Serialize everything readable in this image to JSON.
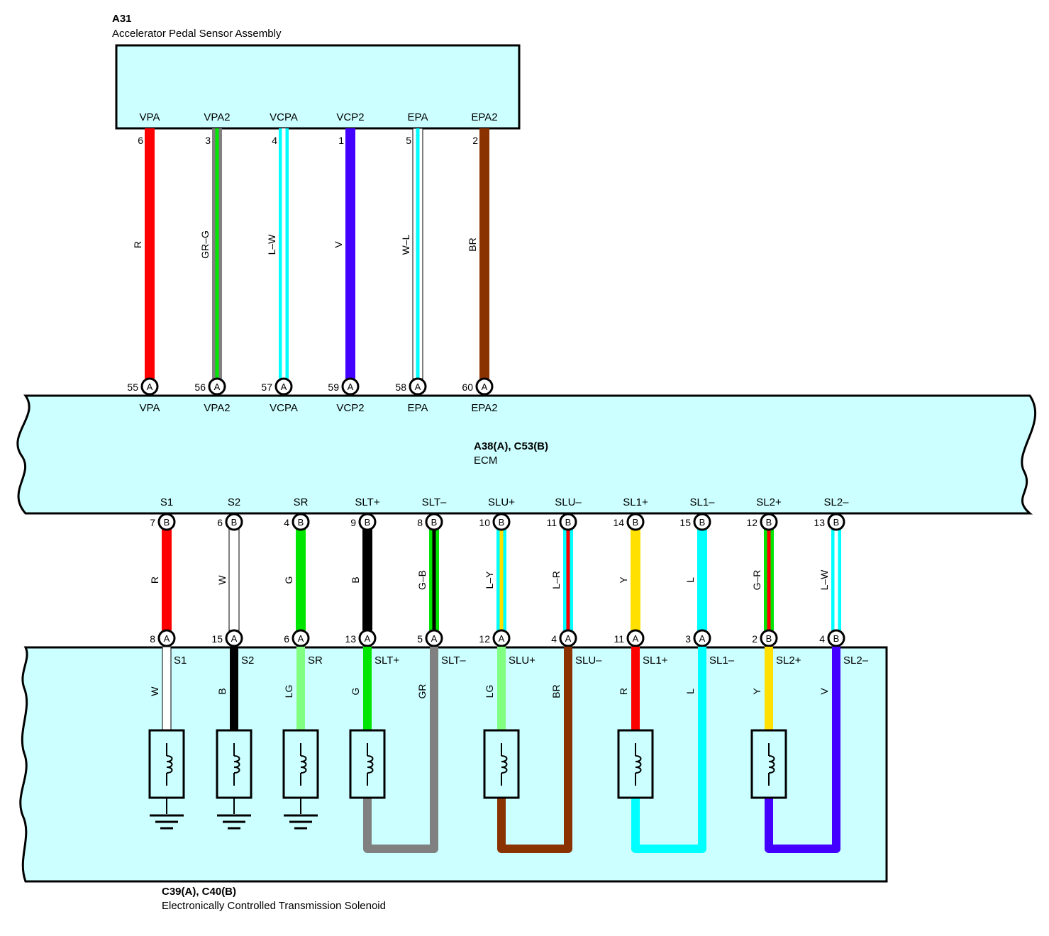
{
  "components": {
    "a31": {
      "code": "A31",
      "name": "Accelerator Pedal Sensor Assembly"
    },
    "ecm": {
      "code": "A38(A), C53(B)",
      "name": "ECM"
    },
    "solenoid": {
      "code": "C39(A), C40(B)",
      "name": "Electronically Controlled Transmission Solenoid"
    }
  },
  "colors": {
    "R": "#ff0000",
    "G": "#00e600",
    "GR": "#808080",
    "L": "#00ffff",
    "V": "#4400ff",
    "W": "#ffffff",
    "BR": "#8b3300",
    "B": "#000000",
    "Y": "#ffe000",
    "LG": "#80ff80",
    "body_fill": "#ccffff"
  },
  "upper_wires": [
    {
      "sensor_pin": "VPA",
      "sensor_num": "6",
      "label": "R",
      "ecm_num": "55",
      "ecm_conn": "A",
      "ecm_pin": "VPA"
    },
    {
      "sensor_pin": "VPA2",
      "sensor_num": "3",
      "label": "GR–G",
      "ecm_num": "56",
      "ecm_conn": "A",
      "ecm_pin": "VPA2"
    },
    {
      "sensor_pin": "VCPA",
      "sensor_num": "4",
      "label": "L–W",
      "ecm_num": "57",
      "ecm_conn": "A",
      "ecm_pin": "VCPA"
    },
    {
      "sensor_pin": "VCP2",
      "sensor_num": "1",
      "label": "V",
      "ecm_num": "59",
      "ecm_conn": "A",
      "ecm_pin": "VCP2"
    },
    {
      "sensor_pin": "EPA",
      "sensor_num": "5",
      "label": "W–L",
      "ecm_num": "58",
      "ecm_conn": "A",
      "ecm_pin": "EPA"
    },
    {
      "sensor_pin": "EPA2",
      "sensor_num": "2",
      "label": "BR",
      "ecm_num": "60",
      "ecm_conn": "A",
      "ecm_pin": "EPA2"
    }
  ],
  "lower_wires": [
    {
      "ecm_pin": "S1",
      "ecm_num": "7",
      "ecm_conn": "B",
      "label": "R",
      "sol_num": "8",
      "sol_conn": "A",
      "sol_pin": "S1",
      "int_label": "W"
    },
    {
      "ecm_pin": "S2",
      "ecm_num": "6",
      "ecm_conn": "B",
      "label": "W",
      "sol_num": "15",
      "sol_conn": "A",
      "sol_pin": "S2",
      "int_label": "B"
    },
    {
      "ecm_pin": "SR",
      "ecm_num": "4",
      "ecm_conn": "B",
      "label": "G",
      "sol_num": "6",
      "sol_conn": "A",
      "sol_pin": "SR",
      "int_label": "LG"
    },
    {
      "ecm_pin": "SLT+",
      "ecm_num": "9",
      "ecm_conn": "B",
      "label": "B",
      "sol_num": "13",
      "sol_conn": "A",
      "sol_pin": "SLT+",
      "int_label": "G"
    },
    {
      "ecm_pin": "SLT–",
      "ecm_num": "8",
      "ecm_conn": "B",
      "label": "G–B",
      "sol_num": "5",
      "sol_conn": "A",
      "sol_pin": "SLT–",
      "int_label": "GR"
    },
    {
      "ecm_pin": "SLU+",
      "ecm_num": "10",
      "ecm_conn": "B",
      "label": "L–Y",
      "sol_num": "12",
      "sol_conn": "A",
      "sol_pin": "SLU+",
      "int_label": "LG"
    },
    {
      "ecm_pin": "SLU–",
      "ecm_num": "11",
      "ecm_conn": "B",
      "label": "L–R",
      "sol_num": "4",
      "sol_conn": "A",
      "sol_pin": "SLU–",
      "int_label": "BR"
    },
    {
      "ecm_pin": "SL1+",
      "ecm_num": "14",
      "ecm_conn": "B",
      "label": "Y",
      "sol_num": "11",
      "sol_conn": "A",
      "sol_pin": "SL1+",
      "int_label": "R"
    },
    {
      "ecm_pin": "SL1–",
      "ecm_num": "15",
      "ecm_conn": "B",
      "label": "L",
      "sol_num": "3",
      "sol_conn": "A",
      "sol_pin": "SL1–",
      "int_label": "L"
    },
    {
      "ecm_pin": "SL2+",
      "ecm_num": "12",
      "ecm_conn": "B",
      "label": "G–R",
      "sol_num": "2",
      "sol_conn": "B",
      "sol_pin": "SL2+",
      "int_label": "Y"
    },
    {
      "ecm_pin": "SL2–",
      "ecm_num": "13",
      "ecm_conn": "B",
      "label": "L–W",
      "sol_num": "4",
      "sol_conn": "B",
      "sol_pin": "SL2–",
      "int_label": "V"
    }
  ]
}
